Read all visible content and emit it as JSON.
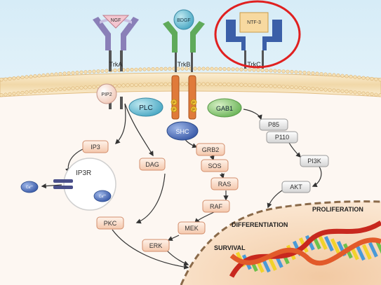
{
  "receptors": [
    {
      "name": "TrkA",
      "ligand": "NGF"
    },
    {
      "name": "TrkB",
      "ligand": "BDGF"
    },
    {
      "name": "TrkC",
      "ligand": "NTF-3"
    }
  ],
  "phospho_label": "P",
  "nodes": {
    "pip2": "PIP2",
    "plc": "PLC",
    "gab1": "GAB1",
    "shc": "SHC",
    "ip3": "IP3",
    "dag": "DAG",
    "ip3r": "IP3R",
    "ca": "Ca",
    "ca_sup": "2+",
    "grb2": "GRB2",
    "sos": "SOS",
    "ras": "RAS",
    "raf": "RAF",
    "mek": "MEK",
    "erk": "ERK",
    "pkc": "PKC",
    "p85": "P85",
    "p110": "P110",
    "pi3k": "PI3K",
    "akt": "AKT"
  },
  "outcomes": {
    "proliferation": "PROLIFERATION",
    "differentiation": "DIFFERENTIATION",
    "survival": "SURVIVAL"
  },
  "colors": {
    "trka": "#9b8fc4",
    "trkb_upper": "#6dbb6a",
    "trkb_lower": "#e07a3a",
    "trkc": "#3b5fa8",
    "highlight": "#e02020",
    "membrane": "#f0d7a8",
    "nucleus": "#f6dcc0",
    "node_fill": "#fbe2d2",
    "node_stroke": "#d28e6c",
    "grey_node": "#e8e8e8"
  }
}
